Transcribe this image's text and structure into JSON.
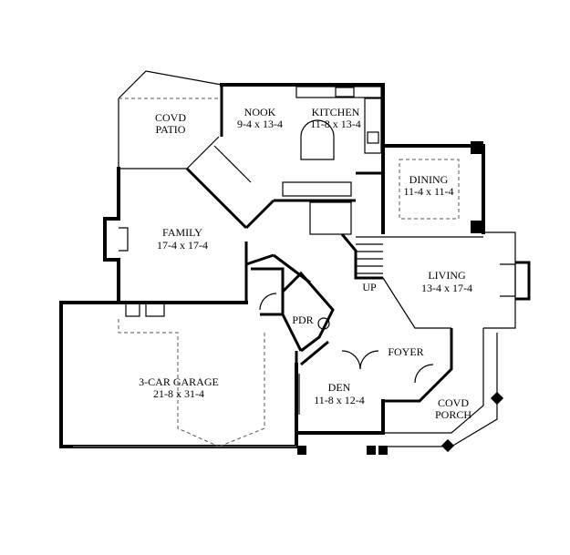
{
  "rooms": {
    "patio": {
      "name": "COVD",
      "name2": "PATIO"
    },
    "nook": {
      "name": "NOOK",
      "size": "9-4 x 13-4"
    },
    "kitchen": {
      "name": "KITCHEN",
      "size": "11-8 x 13-4"
    },
    "dining": {
      "name": "DINING",
      "size": "11-4 x 11-4"
    },
    "family": {
      "name": "FAMILY",
      "size": "17-4 x 17-4"
    },
    "living": {
      "name": "LIVING",
      "size": "13-4 x 17-4"
    },
    "pdr": {
      "name": "PDR"
    },
    "foyer": {
      "name": "FOYER"
    },
    "garage": {
      "name": "3-CAR GARAGE",
      "size": "21-8 x 31-4"
    },
    "den": {
      "name": "DEN",
      "size": "11-8 x 12-4"
    },
    "porch": {
      "name": "COVD",
      "name2": "PORCH"
    },
    "stair": {
      "name": "UP"
    }
  }
}
